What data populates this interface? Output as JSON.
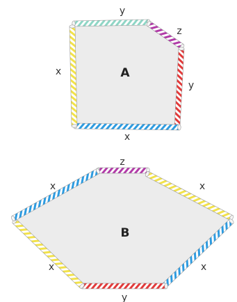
{
  "figure_a": {
    "shape_label": "A",
    "straws": [
      {
        "side": "top",
        "label": "y",
        "color": "#8fd6c6"
      },
      {
        "side": "corner",
        "label": "z",
        "color": "#b23aa8"
      },
      {
        "side": "right",
        "label": "y",
        "color": "#e23a3a"
      },
      {
        "side": "bottom",
        "label": "x",
        "color": "#2d9be0"
      },
      {
        "side": "left",
        "label": "x",
        "color": "#f2e24a"
      }
    ]
  },
  "figure_b": {
    "shape_label": "B",
    "straws": [
      {
        "side": "top",
        "label": "z",
        "color": "#b23aa8"
      },
      {
        "side": "upper-right",
        "label": "x",
        "color": "#f2e24a"
      },
      {
        "side": "lower-right",
        "label": "x",
        "color": "#2d9be0"
      },
      {
        "side": "bottom",
        "label": "y",
        "color": "#e23a3a"
      },
      {
        "side": "lower-left",
        "label": "x",
        "color": "#f2e24a"
      },
      {
        "side": "upper-left",
        "label": "x",
        "color": "#2d9be0"
      }
    ]
  },
  "colors": {
    "fill": "#ececec",
    "stripe_base": "#ffffff",
    "tube_end": "#f5f5f5",
    "tube_outline": "#9a9a9a"
  }
}
